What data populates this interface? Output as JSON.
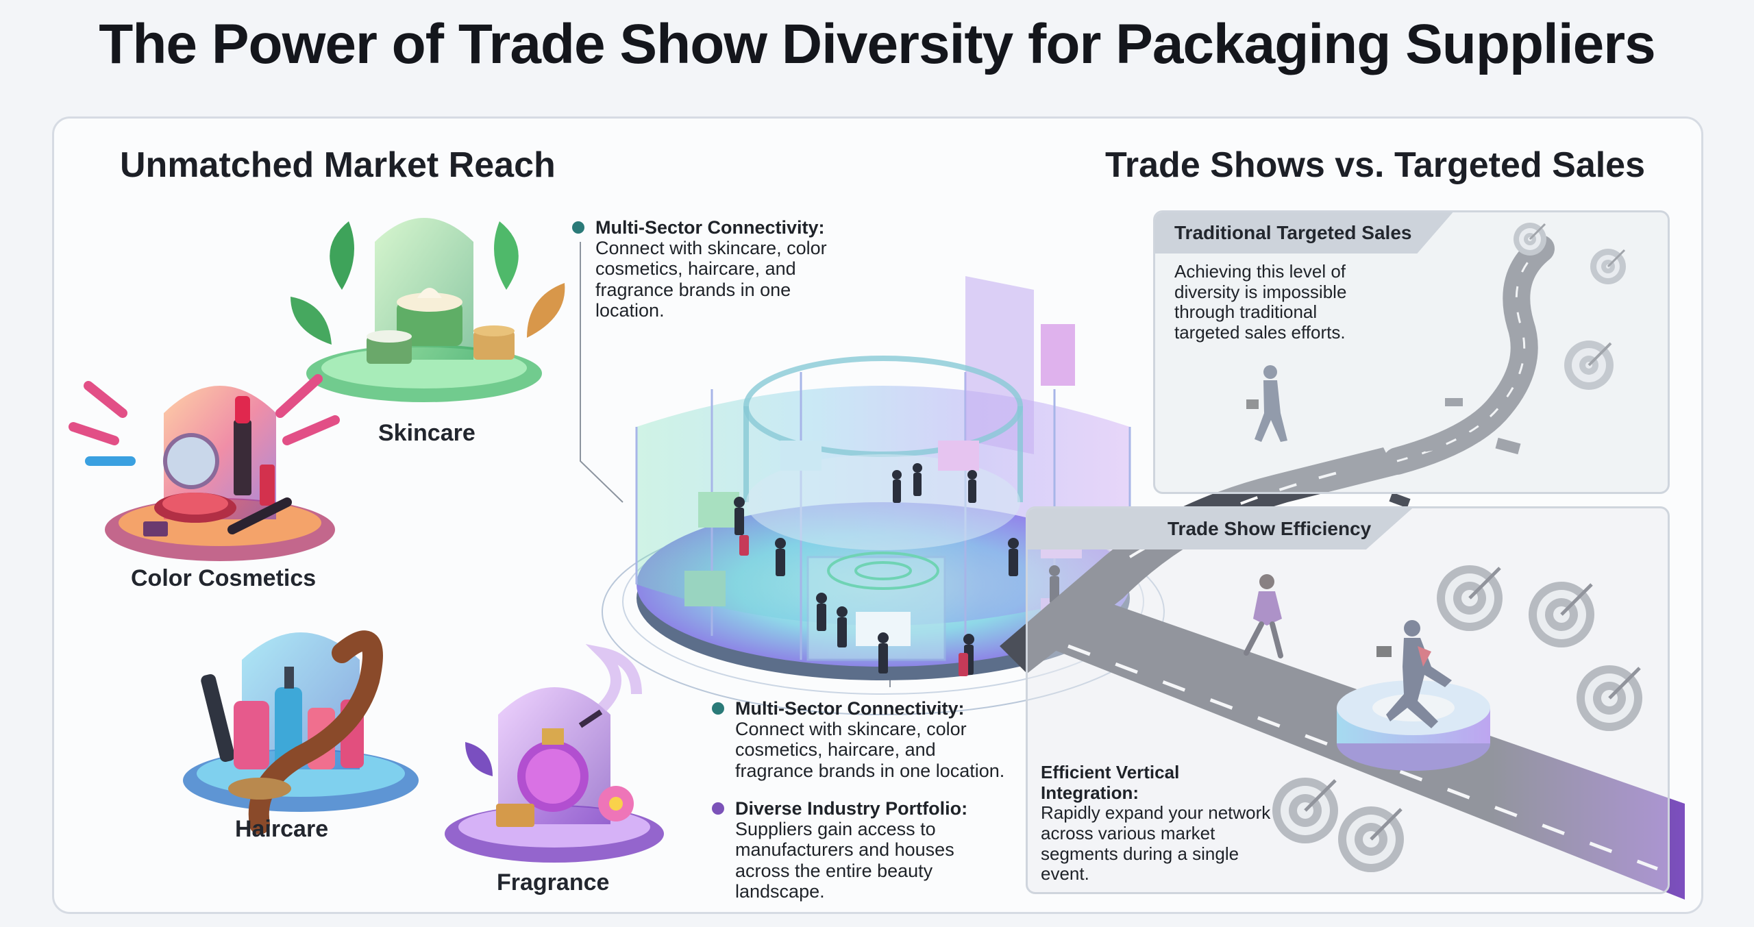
{
  "title": "The Power of Trade Show Diversity for Packaging Suppliers",
  "left_heading": "Unmatched Market Reach",
  "right_heading": "Trade Shows vs. Targeted Sales",
  "categories": {
    "skincare": "Skincare",
    "color_cosmetics": "Color Cosmetics",
    "haircare": "Haircare",
    "fragrance": "Fragrance"
  },
  "top_bullet": {
    "heading": "Multi-Sector Connectivity:",
    "text": "Connect with skincare, color cosmetics, haircare, and fragrance brands in one location."
  },
  "bottom_bullets": [
    {
      "heading": "Multi-Sector Connectivity:",
      "text": "Connect with skincare, color cosmetics, haircare, and fragrance brands in one location."
    },
    {
      "heading": "Diverse Industry Portfolio:",
      "text": "Suppliers gain access to manufacturers and houses across the entire beauty landscape."
    }
  ],
  "panels": {
    "traditional": {
      "label": "Traditional Targeted Sales",
      "text": "Achieving this level of diversity is impossible through traditional targeted sales efforts."
    },
    "trade_show": {
      "label": "Trade Show Efficiency",
      "heading": "Efficient Vertical Integration:",
      "text": "Rapidly expand your network across various market segments during a single event."
    }
  },
  "colors": {
    "teal_dot": "#2a7a78",
    "purple_dot": "#7b52b8",
    "road": "#4a4e58",
    "target_ring": "#8f949c"
  },
  "icons": [
    "skincare-jar-icon",
    "makeup-palette-icon",
    "hair-products-icon",
    "perfume-bottle-icon",
    "exhibition-hall-icon",
    "target-icon",
    "road-icon",
    "businessman-icon"
  ]
}
